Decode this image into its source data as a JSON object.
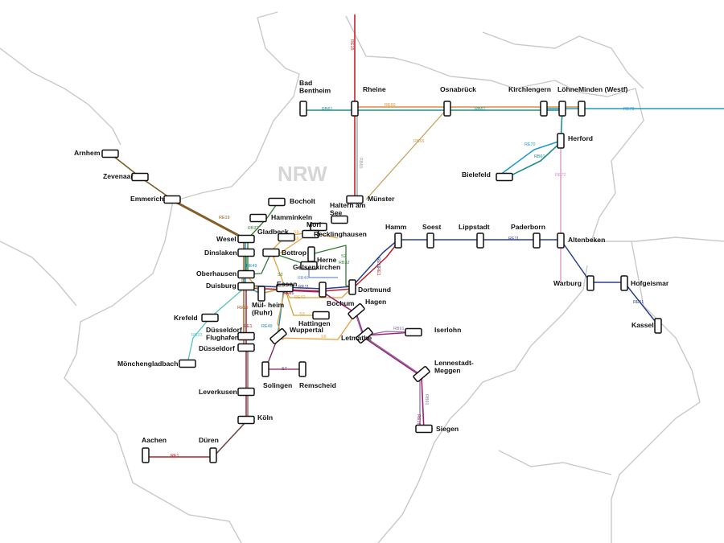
{
  "map": {
    "region_label": "NRW",
    "colors": {
      "RE1": "#b3202a",
      "RE2": "#555555",
      "RE11": "#2b3f8f",
      "RE13": "#7a5b2a",
      "RE15": "#c8202a",
      "RE16": "#a0206e",
      "RE19": "#8b5a1b",
      "RE42": "#e0a23a",
      "RE49": "#1f8bb8",
      "RE60": "#d98e3a",
      "RE70": "#1f9bc9",
      "RE72": "#e08fc0",
      "RB32": "#3d7d3a",
      "RB33": "#56c1c1",
      "RB35": "#56b6b6",
      "RB46": "#6c8fd0",
      "RB61": "#1f8e8e",
      "RB65": "#9a9a9a",
      "RB66": "#c9a05a",
      "RB91": "#8e6fb0",
      "S2": "#2e7d32",
      "S3": "#d6a233",
      "S7": "#7a1f5a",
      "S9": "#e8a03a"
    },
    "stations": [
      {
        "id": "bentheim",
        "label": "Bad Bentheim"
      },
      {
        "id": "rheine",
        "label": "Rheine"
      },
      {
        "id": "osnabrueck",
        "label": "Osnabrück"
      },
      {
        "id": "kirchlengern",
        "label": "Kirchlengern"
      },
      {
        "id": "loehne",
        "label": "Löhne"
      },
      {
        "id": "minden",
        "label": "Minden (Westf)"
      },
      {
        "id": "herford",
        "label": "Herford"
      },
      {
        "id": "bielefeld",
        "label": "Bielefeld"
      },
      {
        "id": "arnhem",
        "label": "Arnhem"
      },
      {
        "id": "zevenaar",
        "label": "Zevenaar"
      },
      {
        "id": "emmerich",
        "label": "Emmerich"
      },
      {
        "id": "muenster",
        "label": "Münster"
      },
      {
        "id": "bocholt",
        "label": "Bocholt"
      },
      {
        "id": "hamminkeln",
        "label": "Hamminkeln"
      },
      {
        "id": "haltern",
        "label": "Haltern am See"
      },
      {
        "id": "mork",
        "label": "Morl"
      },
      {
        "id": "gladbeck",
        "label": "Gladbeck"
      },
      {
        "id": "recklinghausen",
        "label": "Recklinghausen"
      },
      {
        "id": "wesel",
        "label": "Wesel"
      },
      {
        "id": "dinslaken",
        "label": "Dinslaken"
      },
      {
        "id": "bottrop",
        "label": "Bottrop"
      },
      {
        "id": "herne",
        "label": "Herne"
      },
      {
        "id": "gelsenkirchen",
        "label": "Gelsenkirchen"
      },
      {
        "id": "oberhausen",
        "label": "Oberhausen"
      },
      {
        "id": "duisburg",
        "label": "Duisburg"
      },
      {
        "id": "essen",
        "label": "Essen"
      },
      {
        "id": "dortmund",
        "label": "Dortmund"
      },
      {
        "id": "hamm",
        "label": "Hamm"
      },
      {
        "id": "soest",
        "label": "Soest"
      },
      {
        "id": "lippstadt",
        "label": "Lippstadt"
      },
      {
        "id": "paderborn",
        "label": "Paderborn"
      },
      {
        "id": "altenbeken",
        "label": "Altenbeken"
      },
      {
        "id": "warburg",
        "label": "Warburg"
      },
      {
        "id": "hofgeismar",
        "label": "Hofgeismar"
      },
      {
        "id": "kassel",
        "label": "Kassel"
      },
      {
        "id": "muelheim",
        "label": "Mül- heim (Ruhr)"
      },
      {
        "id": "bochum",
        "label": "Bochum"
      },
      {
        "id": "hattingen",
        "label": "Hattingen"
      },
      {
        "id": "hagen",
        "label": "Hagen"
      },
      {
        "id": "iserlohn",
        "label": "Iserlohn"
      },
      {
        "id": "letmathe",
        "label": "Letmathe"
      },
      {
        "id": "wuppertal",
        "label": "Wuppertal"
      },
      {
        "id": "krefeld",
        "label": "Krefeld"
      },
      {
        "id": "dusflughafen",
        "label": "Düsseldorf Flughafen"
      },
      {
        "id": "duesseldorf",
        "label": "Düsseldorf"
      },
      {
        "id": "mgladbach",
        "label": "Mönchengladbach"
      },
      {
        "id": "solingen",
        "label": "Solingen"
      },
      {
        "id": "remscheid",
        "label": "Remscheid"
      },
      {
        "id": "leverkusen",
        "label": "Leverkusen"
      },
      {
        "id": "koeln",
        "label": "Köln"
      },
      {
        "id": "dueren",
        "label": "Düren"
      },
      {
        "id": "aachen",
        "label": "Aachen"
      },
      {
        "id": "lennestadt",
        "label": "Lennestadt- Meggen"
      },
      {
        "id": "siegen",
        "label": "Siegen"
      }
    ],
    "lines": [
      {
        "id": "RE15",
        "label": "RE15"
      },
      {
        "id": "RB61",
        "label": "RB61"
      },
      {
        "id": "RE60",
        "label": "RE60"
      },
      {
        "id": "RE70",
        "label": "RE70"
      },
      {
        "id": "RB65",
        "label": "RB65"
      },
      {
        "id": "RB66",
        "label": "RB66"
      },
      {
        "id": "RE72",
        "label": "RE72"
      },
      {
        "id": "RE19",
        "label": "RE19"
      },
      {
        "id": "RB32",
        "label": "RB32"
      },
      {
        "id": "RE49",
        "label": "RE49"
      },
      {
        "id": "RE11",
        "label": "RE11"
      },
      {
        "id": "RE1",
        "label": "RE1"
      },
      {
        "id": "RB46",
        "label": "RB46"
      },
      {
        "id": "RE42",
        "label": "RE42"
      },
      {
        "id": "RE16",
        "label": "RE16"
      },
      {
        "id": "RB91",
        "label": "RB91"
      },
      {
        "id": "RB33",
        "label": "RB33"
      },
      {
        "id": "RB35",
        "label": "RB35"
      },
      {
        "id": "S2",
        "label": "S2"
      },
      {
        "id": "S3",
        "label": "S3"
      },
      {
        "id": "S7",
        "label": "S7"
      },
      {
        "id": "S9",
        "label": "S9"
      }
    ]
  }
}
